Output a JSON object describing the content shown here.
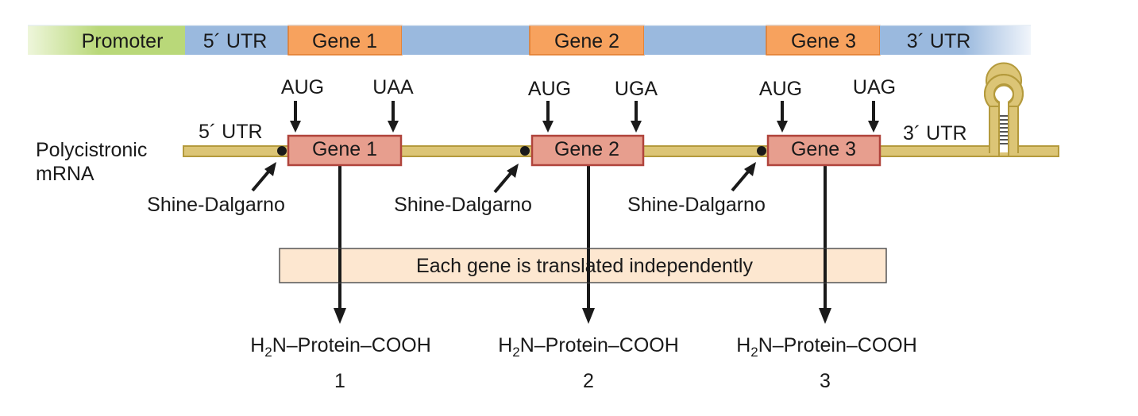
{
  "dna_bar": {
    "promoter": "Promoter",
    "utr5": "5´ UTR",
    "gene1": "Gene 1",
    "gene2": "Gene 2",
    "gene3": "Gene 3",
    "utr3": "3´ UTR"
  },
  "mrna": {
    "label_line1": "Polycistronic",
    "label_line2": "mRNA",
    "utr5": "5´ UTR",
    "utr3": "3´ UTR",
    "genes": [
      {
        "label": "Gene 1",
        "start_codon": "AUG",
        "stop_codon": "UAA",
        "sd": "Shine-Dalgarno"
      },
      {
        "label": "Gene 2",
        "start_codon": "AUG",
        "stop_codon": "UGA",
        "sd": "Shine-Dalgarno"
      },
      {
        "label": "Gene 3",
        "start_codon": "AUG",
        "stop_codon": "UAG",
        "sd": "Shine-Dalgarno"
      }
    ]
  },
  "note": "Each gene is translated independently",
  "proteins": [
    {
      "prefix": "H",
      "sub": "2",
      "rest": "N–Protein–COOH",
      "number": "1"
    },
    {
      "prefix": "H",
      "sub": "2",
      "rest": "N–Protein–COOH",
      "number": "2"
    },
    {
      "prefix": "H",
      "sub": "2",
      "rest": "N–Protein–COOH",
      "number": "3"
    }
  ],
  "colors": {
    "promoter": "#b9d879",
    "utr_blue": "#9ab9de",
    "gene_orange": "#f7a25e",
    "mrna_strand": "#dcc576",
    "mrna_outline": "#b49a3c",
    "gene_box": "#e79e8e",
    "gene_box_border": "#b0443c",
    "note_box": "#fde3c8"
  }
}
